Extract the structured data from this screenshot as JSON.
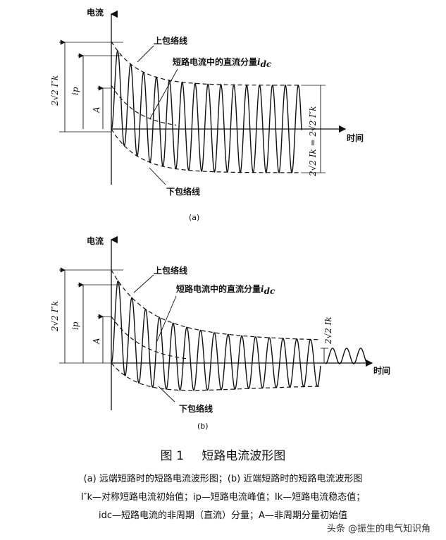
{
  "diagram_a": {
    "y_axis_label": "电流",
    "x_axis_label": "时间",
    "upper_envelope_label": "上包络线",
    "lower_envelope_label": "下包络线",
    "dc_component_label": "短路电流中的直流分量",
    "dc_symbol": "i",
    "dc_subscript": "dc",
    "left_span_label": "2√2 I″k",
    "ip_label": "ip",
    "a_label": "A",
    "right_span_label": "2√2 Ik = 2√2 I″k",
    "panel_label": "(a)"
  },
  "diagram_b": {
    "y_axis_label": "电流",
    "x_axis_label": "时间",
    "upper_envelope_label": "上包络线",
    "lower_envelope_label": "下包络线",
    "dc_component_label": "短路电流中的直流分量",
    "dc_symbol": "i",
    "dc_subscript": "dc",
    "left_span_label": "2√2 I″k",
    "ip_label": "ip",
    "a_label": "A",
    "right_span_label": "2√2 Ik",
    "panel_label": "(b)"
  },
  "figure": {
    "number_label": "图 1",
    "title": "短路电流波形图",
    "caption_line1": "(a)  远端短路时的短路电流波形图；(b) 近端短路时的短路电流波形图",
    "caption_line2": "I″k—对称短路电流初始值；ip—短路电流峰值；Ik—短路电流稳态值；",
    "caption_line3": "idc—短路电流的非周期（直流）分量；A—非周期分量初始值"
  },
  "watermark": "头条 @振生的电气知识角"
}
